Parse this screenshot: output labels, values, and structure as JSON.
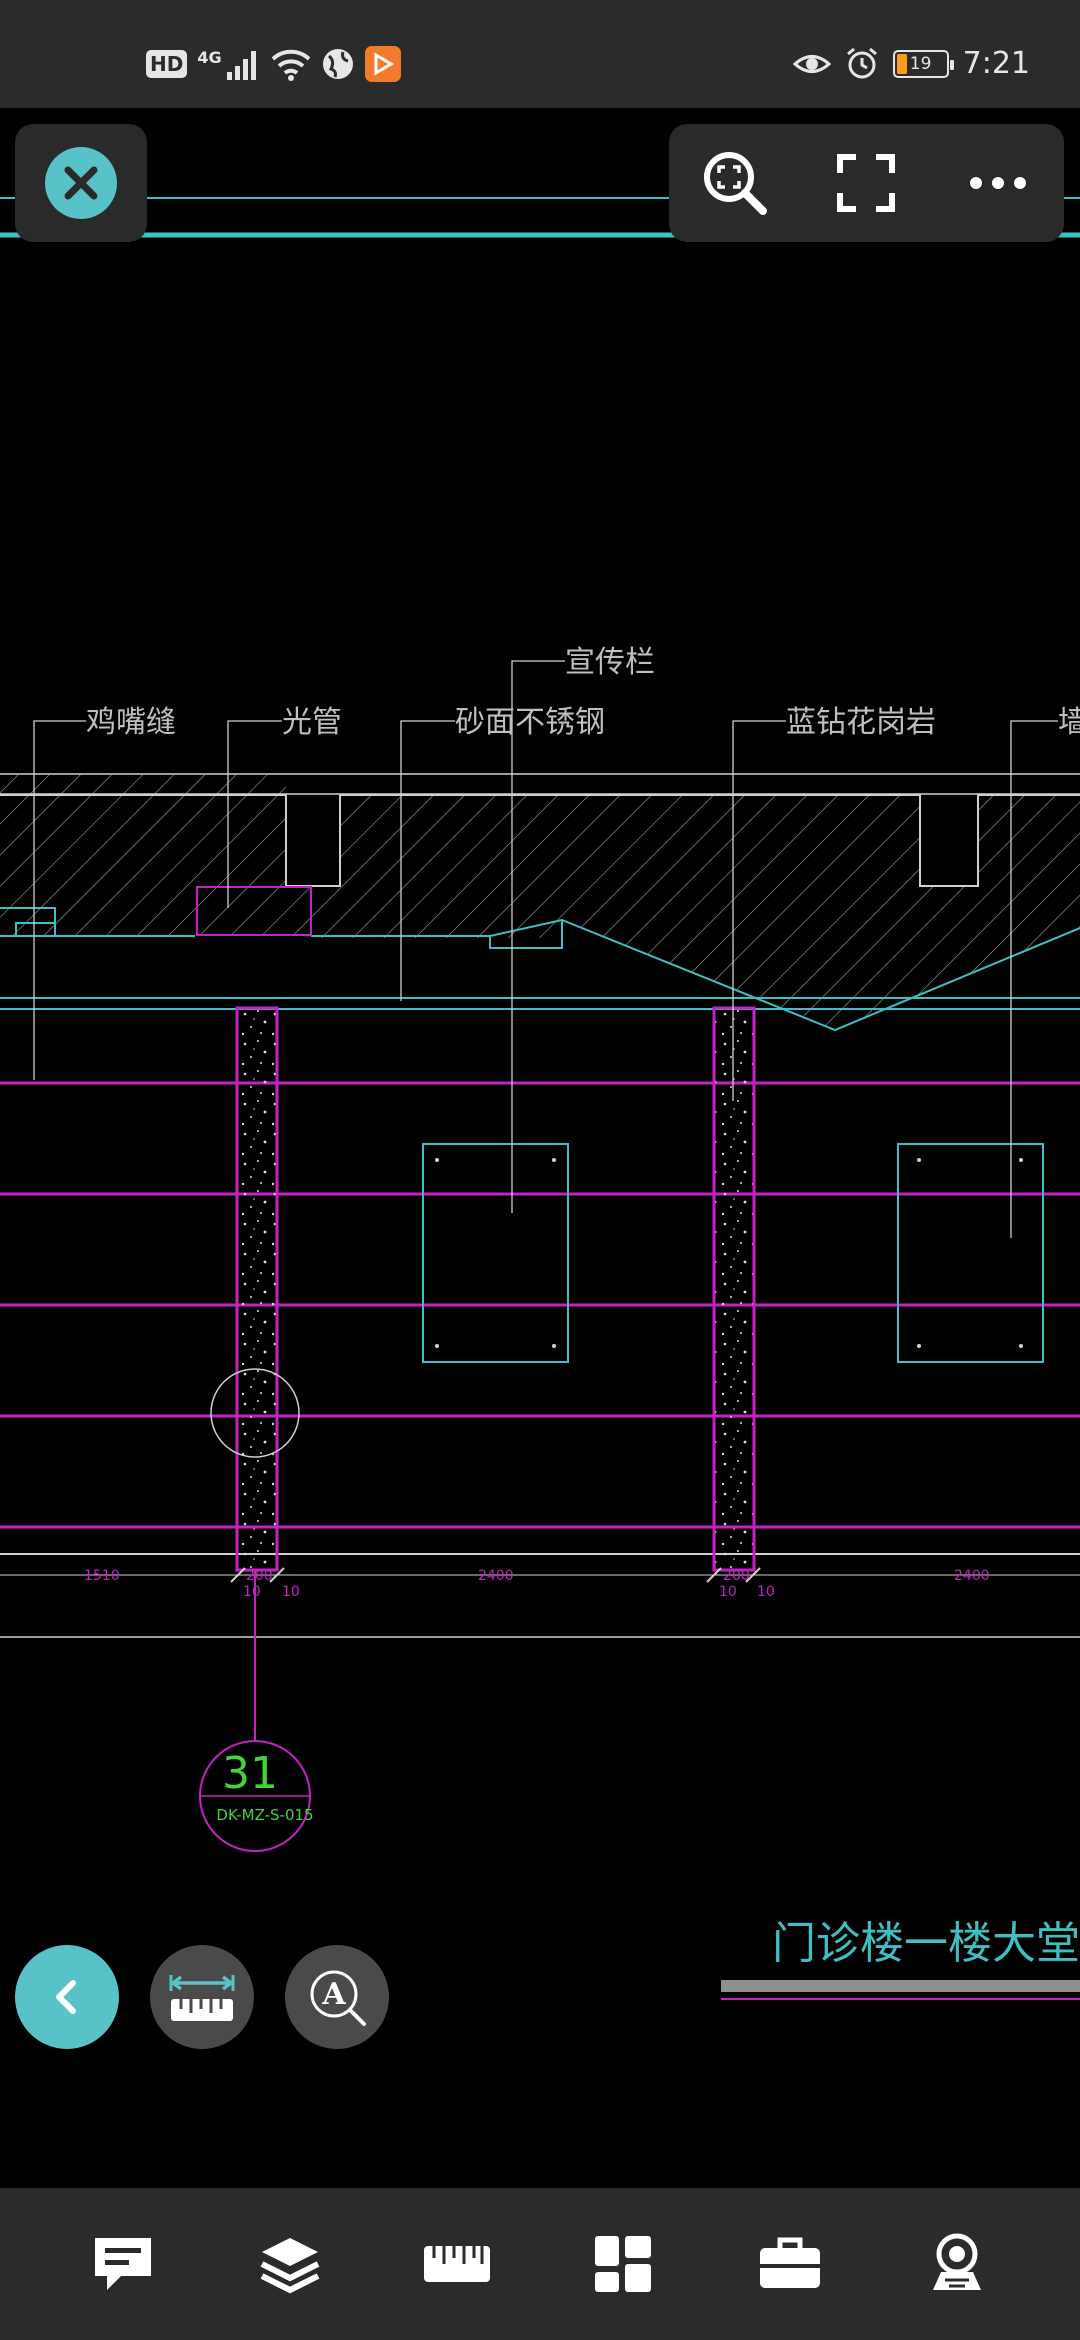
{
  "status_bar": {
    "hd_label": "HD",
    "network_label": "4G",
    "battery_level": "19",
    "battery_fraction": 0.19,
    "time": "7:21",
    "battery_color": "#ff9a1f"
  },
  "drawing": {
    "labels": {
      "label_1": "鸡嘴缝",
      "label_2": "光管",
      "label_3": "砂面不锈钢",
      "label_4": "宣传栏",
      "label_5": "蓝钻花岗岩",
      "label_6": "墙"
    },
    "dimensions": {
      "dim_1": "1510",
      "dim_2": "200",
      "dim_3": "10",
      "dim_4": "10",
      "dim_5": "2400",
      "dim_6": "200",
      "dim_7": "10",
      "dim_8": "10",
      "dim_9": "2400"
    },
    "section_marker": {
      "number": "31",
      "reference": "DK-MZ-S-015"
    },
    "drawing_title": "门诊楼一楼大堂",
    "colors": {
      "cyan": "#3fbfc4",
      "magenta": "#c223c2",
      "white": "#cfcfcf",
      "green": "#43d43b"
    }
  },
  "toolbar": {
    "icons": [
      "close-icon",
      "zoom-extents-icon",
      "fullscreen-icon",
      "more-icon"
    ]
  },
  "fabs": {
    "icons": [
      "chevron-left-icon",
      "measure-icon",
      "text-search-icon"
    ]
  },
  "bottom_nav": {
    "icons": [
      "comment-icon",
      "layers-icon",
      "ruler-icon",
      "grid-icon",
      "toolbox-icon",
      "account-icon"
    ]
  },
  "accent_color": "#57c2c8"
}
